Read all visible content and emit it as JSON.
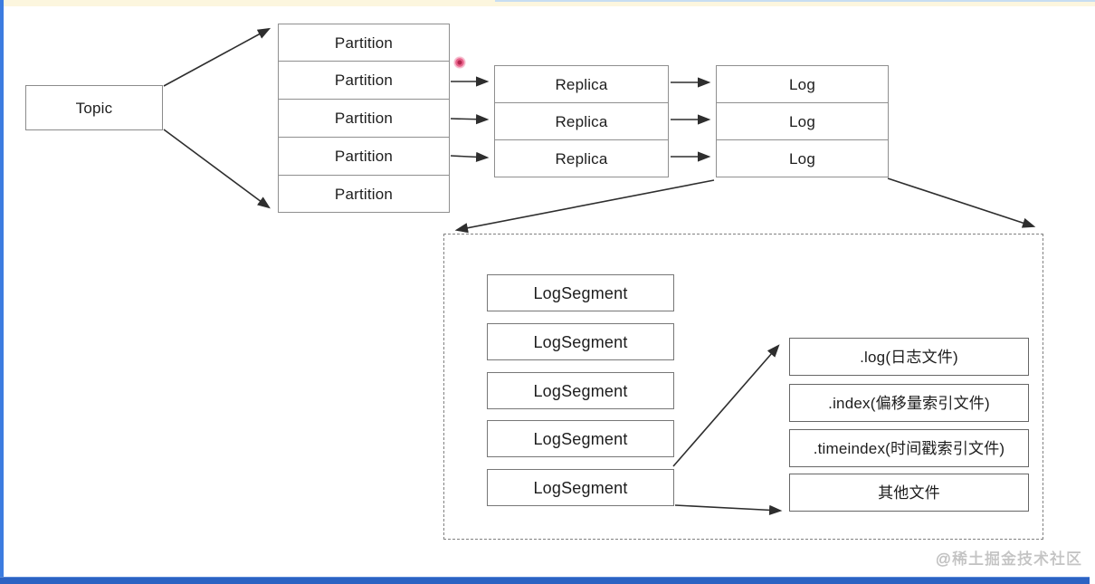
{
  "diagram": {
    "topic_label": "Topic",
    "partitions": [
      "Partition",
      "Partition",
      "Partition",
      "Partition",
      "Partition"
    ],
    "replicas": [
      "Replica",
      "Replica",
      "Replica"
    ],
    "logs": [
      "Log",
      "Log",
      "Log"
    ],
    "log_segments": [
      "LogSegment",
      "LogSegment",
      "LogSegment",
      "LogSegment",
      "LogSegment"
    ],
    "segment_files": [
      ".log(日志文件)",
      ".index(偏移量索引文件)",
      ".timeindex(时间戳索引文件)",
      "其他文件"
    ]
  },
  "watermark": "@稀土掘金技术社区",
  "colors": {
    "frame_blue": "#3c7ce0",
    "bottom_bar_blue": "#2c63c3",
    "top_strip_cream": "#fcf6de",
    "box_border_gray": "#8b8b8b",
    "arrow_dark": "#2e2e2e",
    "text_dark": "#1d1d1d",
    "watermark_gray": "#c6c6c6",
    "pointer_dot_pink": "#e8638b"
  }
}
